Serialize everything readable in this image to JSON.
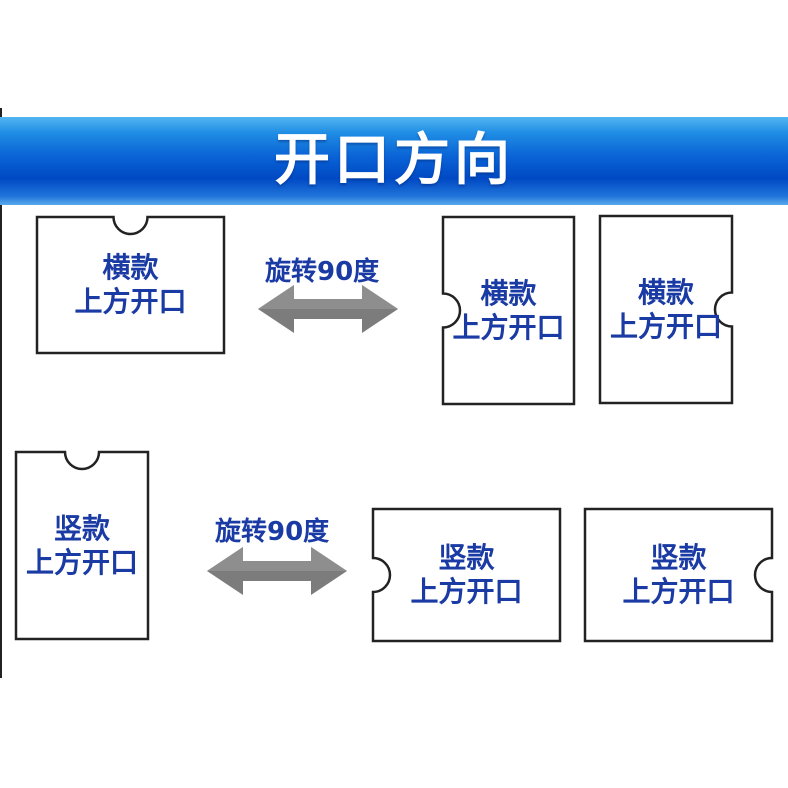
{
  "header": {
    "title": "开口方向",
    "gradient_color_dark": "#0049c4",
    "gradient_color_light": "#53b6f1"
  },
  "colors": {
    "label_text": "#1a3aa4",
    "card_border": "#222222",
    "arrow_fill": "#7c7c7c"
  },
  "rows": [
    {
      "rotate_label": "旋转90度",
      "cards": [
        {
          "type": "横款",
          "opening": "上方开口",
          "notch": "top"
        },
        {
          "type": "横款",
          "opening": "上方开口",
          "notch": "left"
        },
        {
          "type": "横款",
          "opening": "上方开口",
          "notch": "right"
        }
      ]
    },
    {
      "rotate_label": "旋转90度",
      "cards": [
        {
          "type": "竖款",
          "opening": "上方开口",
          "notch": "top"
        },
        {
          "type": "竖款",
          "opening": "上方开口",
          "notch": "left"
        },
        {
          "type": "竖款",
          "opening": "上方开口",
          "notch": "right"
        }
      ]
    }
  ]
}
